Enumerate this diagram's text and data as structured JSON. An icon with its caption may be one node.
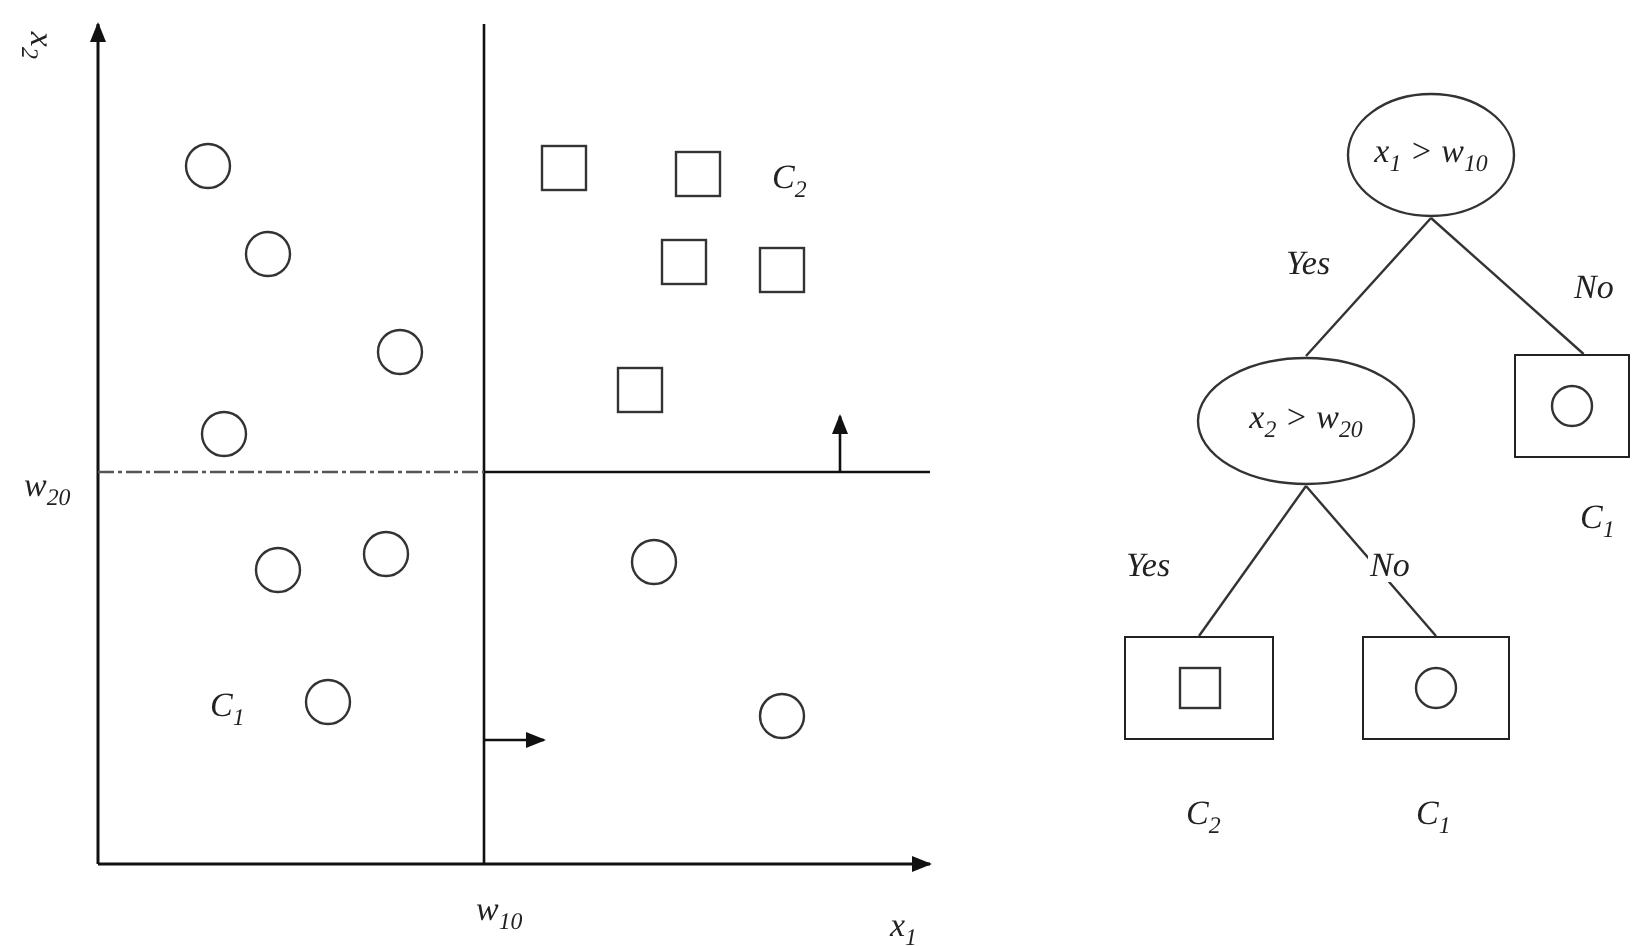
{
  "diagram": {
    "nodes": [
      {
        "text": [
          "x$_{1}$ > w$_{10}$"
        ]
      },
      {
        "text": [
          "x$_{2}$ > w$_{20}$"
        ]
      },
      {
        "text": [],
        "shape": "box",
        "beside": [
          "C$_{1}$"
        ]
      },
      {
        "text": [],
        "shape": "box",
        "beside": [
          "C$_{2}$"
        ]
      },
      {
        "text": [],
        "shape": "box",
        "beside": [
          "C$_{1}$"
        ]
      }
    ],
    "edges": [
      {
        "from": 0,
        "to": 1,
        "arrow": "none",
        "label": "Yes"
      },
      {
        "from": 0,
        "to": 2,
        "arrow": "none",
        "label": "No"
      },
      {
        "from": 1,
        "to": 3,
        "arrow": "none",
        "label": "Yes"
      },
      {
        "from": 1,
        "to": 4,
        "arrow": "none",
        "label": "No"
      }
    ],
    "labels": [
      "x$_{2}$",
      "C$_{2}$",
      "w$_{20}$",
      "C$_{1}$",
      "w$_{10}$",
      "x$_{1}$"
    ]
  }
}
